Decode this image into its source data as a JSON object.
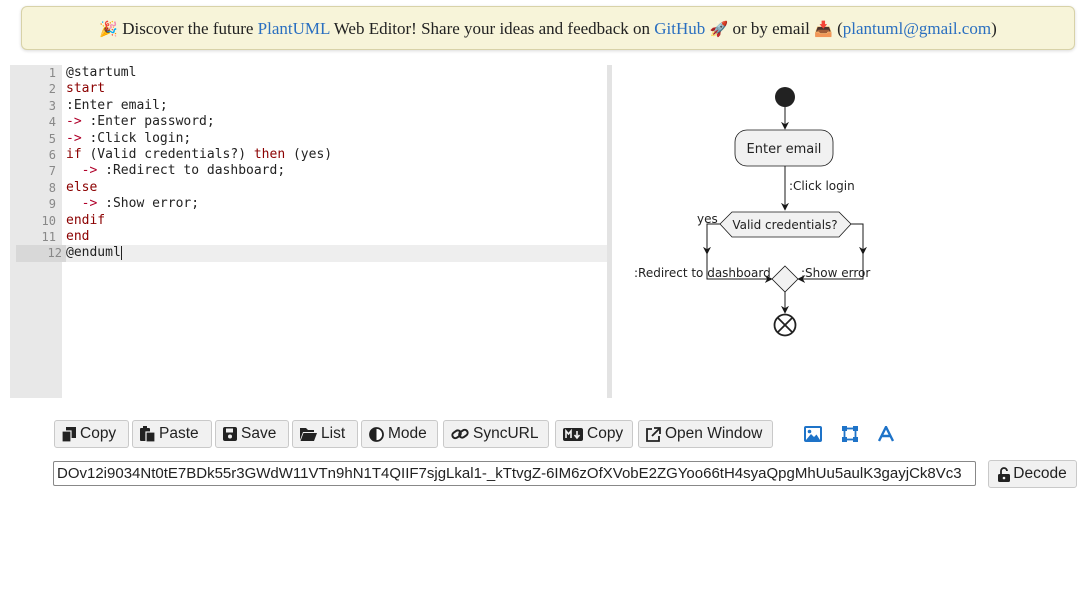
{
  "banner": {
    "emoji_party": "🎉",
    "text_before": "Discover the future ",
    "plantuml_link": "PlantUML",
    "text_mid": " Web Editor! Share your ideas and feedback on ",
    "github_link": "GitHub",
    "emoji_rocket": "🚀",
    "text_email": " or by email ",
    "emoji_inbox": "📥",
    "paren_open": " (",
    "email_link": "plantuml@gmail.com",
    "paren_close": ")"
  },
  "editor": {
    "line_numbers": [
      "1",
      "2",
      "3",
      "4",
      "5",
      "6",
      "7",
      "8",
      "9",
      "10",
      "11",
      "12"
    ],
    "lines": [
      "@startuml",
      "start",
      ":Enter email;",
      "-> :Enter password;",
      "-> :Click login;",
      "if (Valid credentials?) then (yes)",
      "  -> :Redirect to dashboard;",
      "else",
      "  -> :Show error;",
      "endif",
      "end",
      "@enduml"
    ]
  },
  "diagram": {
    "activity_label": "Enter email",
    "arrow_label": ":Click login",
    "decision_label": "Valid credentials?",
    "branch_yes": "yes",
    "left_label": ":Redirect to dashboard",
    "right_label": ":Show error"
  },
  "toolbar": {
    "copy_label": "Copy",
    "paste_label": "Paste",
    "save_label": "Save",
    "list_label": "List",
    "mode_label": "Mode",
    "syncurl_label": "SyncURL",
    "copy_md_label": "Copy",
    "open_window_label": "Open Window",
    "png_icon": "image-icon",
    "svg_icon": "vector-square-icon",
    "ascii_icon": "font-icon"
  },
  "url": {
    "value": "DOv12i9034Nt0tE7BDk55r3GWdW11VTn9hN1T4QIIF7sjgLkal1-_kTtvgZ-6IM6zOfXVobE2ZGYoo66tH4syaQpgMhUu5aulK3gayjCk8Vc3",
    "decode_label": "Decode"
  },
  "colors": {
    "link": "#2a6fc0",
    "keyword": "#8b0000",
    "icon_blue": "#1e73c8",
    "banner_bg": "#f7f4d9"
  }
}
